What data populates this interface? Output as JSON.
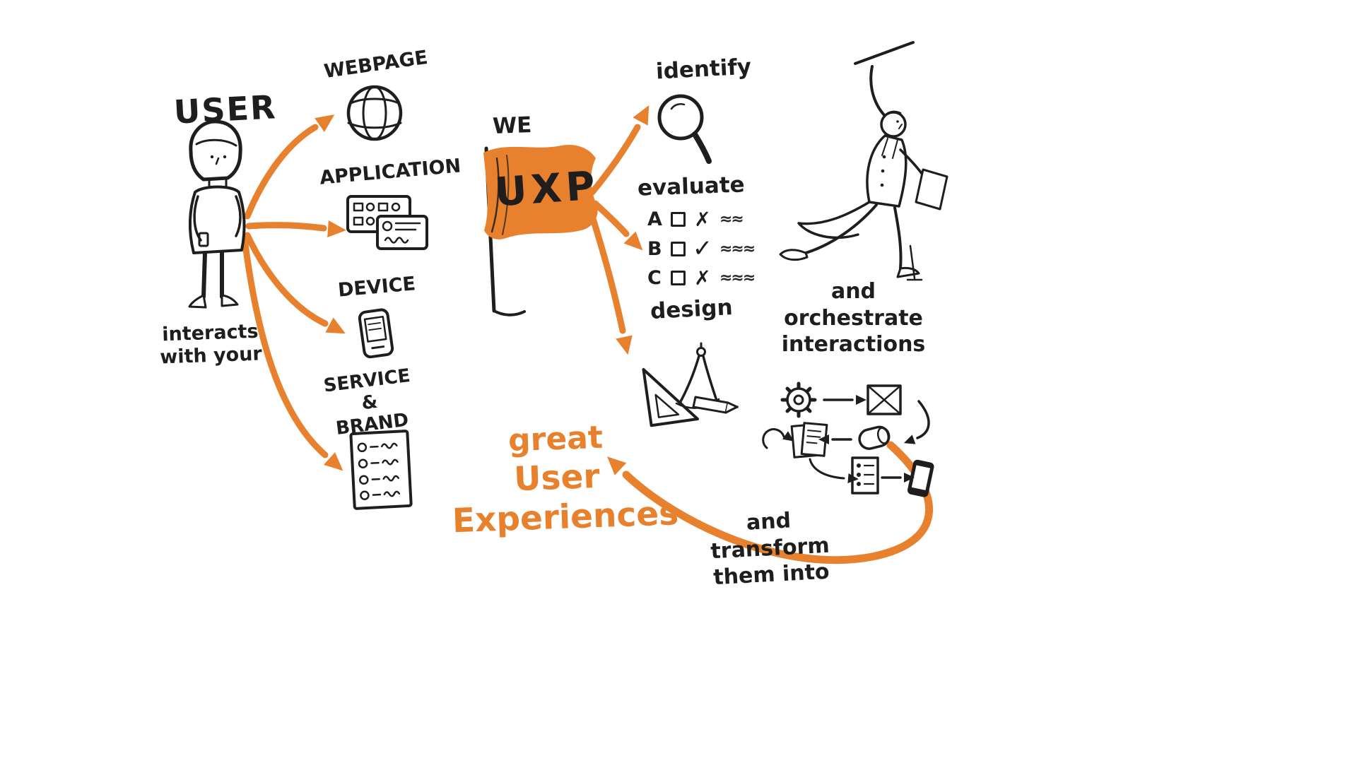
{
  "colors": {
    "accent": "#E8812E",
    "ink": "#1F1E1C",
    "background": "#FFFFFF"
  },
  "user_section": {
    "title": "USER",
    "caption_lines": [
      "interacts",
      "with your"
    ]
  },
  "touchpoints": [
    {
      "name": "webpage",
      "lines": [
        "WEBPAGE"
      ]
    },
    {
      "name": "application",
      "lines": [
        "APPLICATION"
      ]
    },
    {
      "name": "device",
      "lines": [
        "DEVICE"
      ]
    },
    {
      "name": "service-brand",
      "lines": [
        "SERVICE &",
        "BRAND"
      ]
    }
  ],
  "we_flag": {
    "we": "WE",
    "label": "UXP"
  },
  "activities": [
    {
      "name": "identify",
      "label": "identify"
    },
    {
      "name": "evaluate",
      "label": "evaluate",
      "rows": [
        {
          "option": "A",
          "mark": "✗",
          "scribble": "≈≈"
        },
        {
          "option": "B",
          "mark": "✓",
          "scribble": "≈≈≈"
        },
        {
          "option": "C",
          "mark": "✗",
          "scribble": "≈≈≈"
        }
      ]
    },
    {
      "name": "design",
      "label": "design"
    }
  ],
  "orchestrate": {
    "lines": [
      "and",
      "orchestrate",
      "interactions"
    ]
  },
  "transform_note": {
    "lines": [
      "and transform",
      "them into"
    ]
  },
  "result": {
    "lines": [
      "great",
      "User",
      "Experiences"
    ]
  }
}
